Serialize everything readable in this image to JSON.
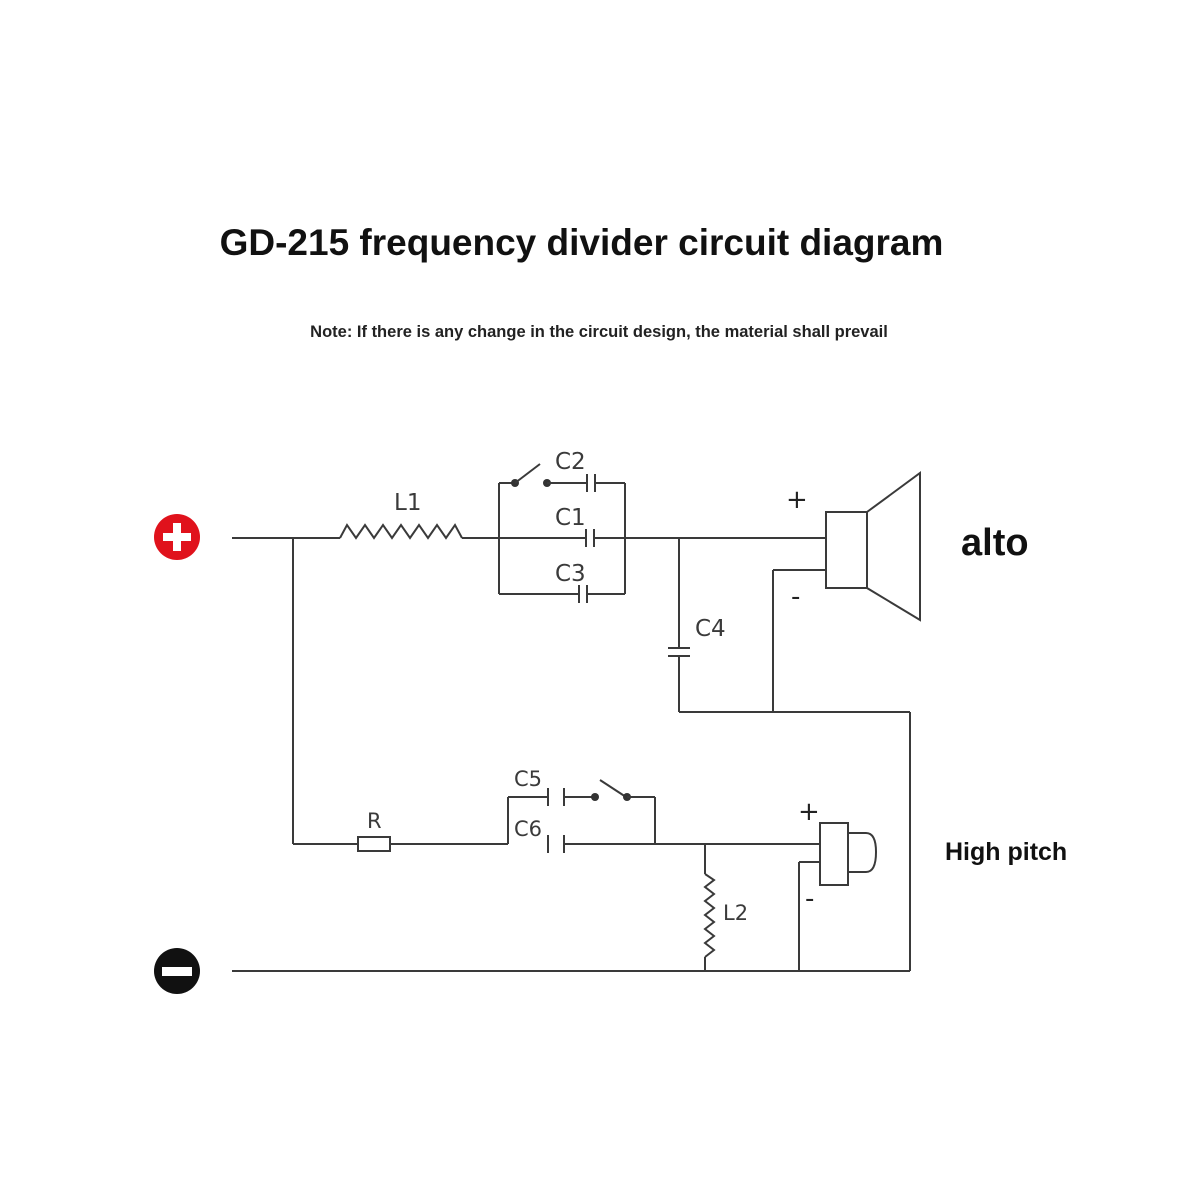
{
  "title": "GD-215 frequency divider circuit diagram",
  "note": "Note: If there is any change in the circuit design, the material shall prevail",
  "terminals": {
    "positive_color": "#e0121c",
    "negative_color": "#111111"
  },
  "components": {
    "L1": "L1",
    "C1": "C1",
    "C2": "C2",
    "C3": "C3",
    "C4": "C4",
    "C5": "C5",
    "C6": "C6",
    "R": "R",
    "L2": "L2"
  },
  "polarity": {
    "alto_plus": "+",
    "alto_minus": "-",
    "tweeter_plus": "+",
    "tweeter_minus": "-"
  },
  "outputs": {
    "alto": "alto",
    "high_pitch": "High pitch"
  }
}
